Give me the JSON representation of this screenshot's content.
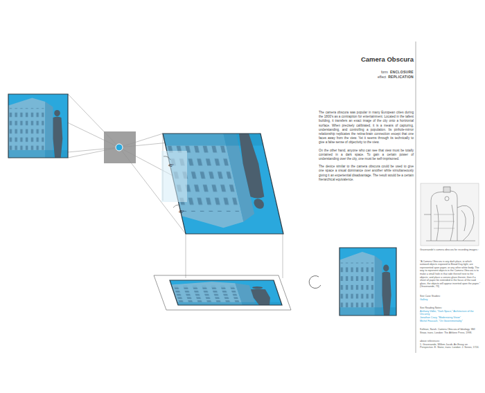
{
  "diagram": {
    "title": "Camera Obscura",
    "labels": [
      "form",
      "ENCLOSURE",
      "effect",
      "REPLICATION",
      "The camera obscura was popular in many European cities during the 1800's as a contraption for entertainment. Located in the tallest building, it transfers an exact image of the city onto a horizontal surface. When precisely calibrated, it is a means of capturing, understanding, and controlling a population. Its pinhole-mirror relationship replicates the retina-brain connection except that one faces away from the view. Yet it seems through its technically to give a false sense of objectivity to the view.",
      "On the other hand, anyone who can see that view must be totally contained in a dark space. To gain a certain power of understanding over the city, one must be self-imprisoned.",
      "The device similar to the camera obscura could be used to give one space a visual dominance over another while simultaneously giving it an experiential disadvantage. The result would be a certain hierarchical equivalence.",
      "45°",
      "45°",
      "Gravesande's camera obscura for recording images.¹",
      "\"A Camera Obscura is any dark place, in which outward objects exposed to Broad Day-light, are represented upon paper, or any other white body. The way to represent objects in the Camera Obscura is to make a small hole in that side thereof next to the objects; and place a convex glass therein; then if a sheet of paper be extended in the focus of the said glass, the objects will appear inverted upon the paper.\" (Gravesande, 73)",
      "See Case Studies:",
      "Gallery",
      "See Reading Notes:",
      "Anthony Vidler, \"Dark Space,\" Architecture of the Uncanny",
      "Jonathan Crary, \"Modernizing Vision\"",
      "Michel Foucault, \"On Governmentality\"",
      "Kofman, Sarah. Camera Obscura of Ideology. Will Straw, trans. London: The Athlone Press, 1998.",
      "above references:",
      "1. Gravesande, Willem Jacob. An Essay on Perspective. E. Stone, trans. London: J. Senex, 1724."
    ]
  }
}
